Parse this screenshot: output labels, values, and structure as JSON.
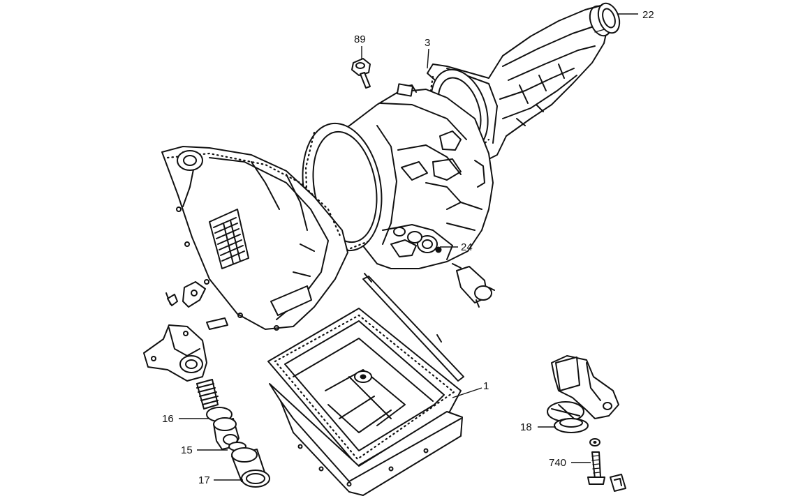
{
  "callouts": {
    "c22": "22",
    "c89": "89",
    "c3": "3",
    "c24": "24",
    "c1": "1",
    "c16": "16",
    "c15": "15",
    "c17": "17",
    "c18": "18",
    "c740": "740"
  }
}
